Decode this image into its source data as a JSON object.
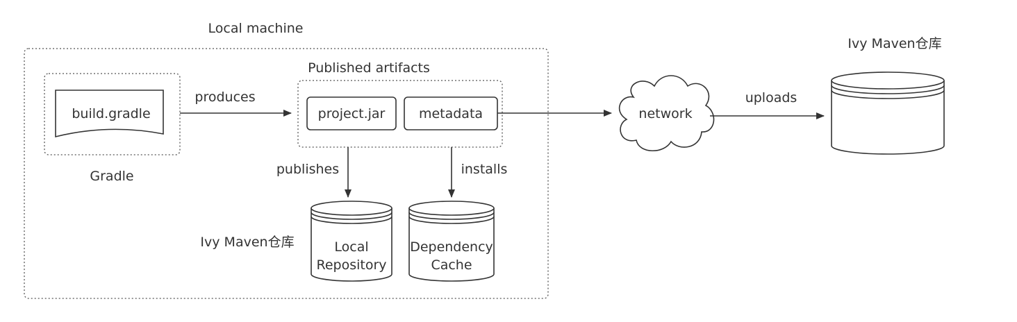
{
  "labels": {
    "local_machine": "Local machine",
    "published_artifacts": "Published artifacts",
    "gradle": "Gradle",
    "ivy_maven_local": "Ivy Maven仓库",
    "ivy_maven_remote": "Ivy Maven仓库"
  },
  "nodes": {
    "build_gradle": "build.gradle",
    "project_jar": "project.jar",
    "metadata": "metadata",
    "network": "network",
    "local_repository_line1": "Local",
    "local_repository_line2": "Repository",
    "dependency_cache_line1": "Dependency",
    "dependency_cache_line2": "Cache"
  },
  "edges": {
    "produces": "produces",
    "publishes": "publishes",
    "installs": "installs",
    "uploads": "uploads"
  },
  "colors": {
    "stroke": "#333333",
    "dotted": "#555555",
    "fill": "#ffffff"
  }
}
